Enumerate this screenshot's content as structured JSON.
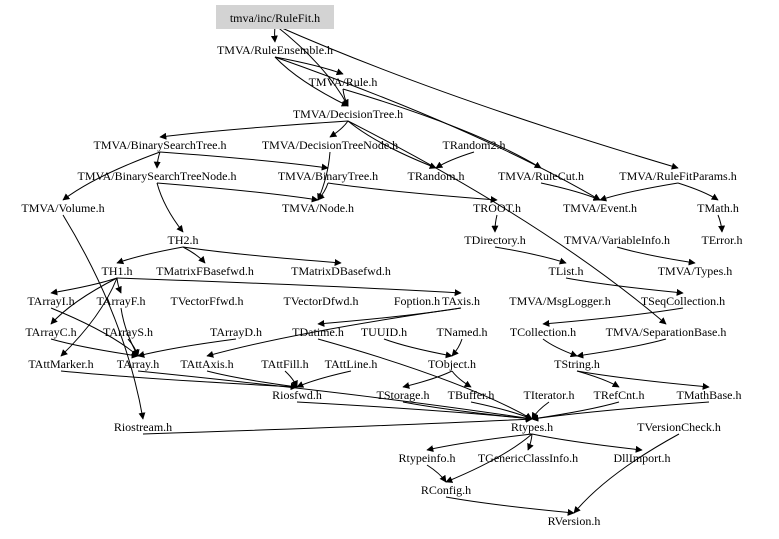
{
  "diagram": {
    "title": "tmva/inc/RuleFit.h",
    "root_fill": "#d3d3d3",
    "nodes": [
      {
        "id": "n0",
        "label": "tmva/inc/RuleFit.h",
        "root": true
      },
      {
        "id": "n1",
        "label": "TMVA/RuleEnsemble.h"
      },
      {
        "id": "n2",
        "label": "TMVA/Rule.h"
      },
      {
        "id": "n3",
        "label": "TMVA/DecisionTree.h"
      },
      {
        "id": "n4",
        "label": "TMVA/BinarySearchTree.h"
      },
      {
        "id": "n5",
        "label": "TMVA/DecisionTreeNode.h"
      },
      {
        "id": "n6",
        "label": "TRandom2.h"
      },
      {
        "id": "n7",
        "label": "TMVA/BinarySearchTreeNode.h"
      },
      {
        "id": "n8",
        "label": "TMVA/BinaryTree.h"
      },
      {
        "id": "n9",
        "label": "TRandom.h"
      },
      {
        "id": "n10",
        "label": "TMVA/RuleCut.h"
      },
      {
        "id": "n11",
        "label": "TMVA/RuleFitParams.h"
      },
      {
        "id": "n12",
        "label": "TMVA/Volume.h"
      },
      {
        "id": "n13",
        "label": "TMVA/Node.h"
      },
      {
        "id": "n14",
        "label": "TROOT.h"
      },
      {
        "id": "n15",
        "label": "TMVA/Event.h"
      },
      {
        "id": "n16",
        "label": "TMath.h"
      },
      {
        "id": "n17",
        "label": "TH2.h"
      },
      {
        "id": "n18",
        "label": "TDirectory.h"
      },
      {
        "id": "n19",
        "label": "TMVA/VariableInfo.h"
      },
      {
        "id": "n20",
        "label": "TError.h"
      },
      {
        "id": "n21",
        "label": "TH1.h"
      },
      {
        "id": "n22",
        "label": "TMatrixFBasefwd.h"
      },
      {
        "id": "n23",
        "label": "TMatrixDBasefwd.h"
      },
      {
        "id": "n24",
        "label": "TList.h"
      },
      {
        "id": "n25",
        "label": "TMVA/Types.h"
      },
      {
        "id": "n26",
        "label": "TArrayI.h"
      },
      {
        "id": "n27",
        "label": "TArrayF.h"
      },
      {
        "id": "n28",
        "label": "TVectorFfwd.h"
      },
      {
        "id": "n29",
        "label": "TVectorDfwd.h"
      },
      {
        "id": "n30",
        "label": "Foption.h"
      },
      {
        "id": "n31",
        "label": "TAxis.h"
      },
      {
        "id": "n32",
        "label": "TMVA/MsgLogger.h"
      },
      {
        "id": "n33",
        "label": "TSeqCollection.h"
      },
      {
        "id": "n34",
        "label": "TArrayC.h"
      },
      {
        "id": "n35",
        "label": "TArrayS.h"
      },
      {
        "id": "n36",
        "label": "TArrayD.h"
      },
      {
        "id": "n37",
        "label": "TDatime.h"
      },
      {
        "id": "n38",
        "label": "TUUID.h"
      },
      {
        "id": "n39",
        "label": "TNamed.h"
      },
      {
        "id": "n40",
        "label": "TCollection.h"
      },
      {
        "id": "n41",
        "label": "TMVA/SeparationBase.h"
      },
      {
        "id": "n42",
        "label": "TAttMarker.h"
      },
      {
        "id": "n43",
        "label": "TArray.h"
      },
      {
        "id": "n44",
        "label": "TAttAxis.h"
      },
      {
        "id": "n45",
        "label": "TAttFill.h"
      },
      {
        "id": "n46",
        "label": "TAttLine.h"
      },
      {
        "id": "n47",
        "label": "TObject.h"
      },
      {
        "id": "n48",
        "label": "TString.h"
      },
      {
        "id": "n49",
        "label": "Riosfwd.h"
      },
      {
        "id": "n50",
        "label": "TStorage.h"
      },
      {
        "id": "n51",
        "label": "TBuffer.h"
      },
      {
        "id": "n52",
        "label": "TIterator.h"
      },
      {
        "id": "n53",
        "label": "TRefCnt.h"
      },
      {
        "id": "n54",
        "label": "TMathBase.h"
      },
      {
        "id": "n55",
        "label": "Riostream.h"
      },
      {
        "id": "n56",
        "label": "Rtypes.h"
      },
      {
        "id": "n57",
        "label": "TVersionCheck.h"
      },
      {
        "id": "n58",
        "label": "Rtypeinfo.h"
      },
      {
        "id": "n59",
        "label": "TGenericClassInfo.h"
      },
      {
        "id": "n60",
        "label": "DllImport.h"
      },
      {
        "id": "n61",
        "label": "RConfig.h"
      },
      {
        "id": "n62",
        "label": "RVersion.h"
      }
    ],
    "edges": [
      [
        "n0",
        "n1"
      ],
      [
        "n0",
        "n3"
      ],
      [
        "n0",
        "n11"
      ],
      [
        "n1",
        "n2"
      ],
      [
        "n1",
        "n3"
      ],
      [
        "n1",
        "n15"
      ],
      [
        "n2",
        "n3"
      ],
      [
        "n2",
        "n10"
      ],
      [
        "n3",
        "n4"
      ],
      [
        "n3",
        "n5"
      ],
      [
        "n3",
        "n9"
      ],
      [
        "n3",
        "n41"
      ],
      [
        "n4",
        "n7"
      ],
      [
        "n4",
        "n8"
      ],
      [
        "n4",
        "n12"
      ],
      [
        "n5",
        "n13"
      ],
      [
        "n6",
        "n9"
      ],
      [
        "n7",
        "n13"
      ],
      [
        "n7",
        "n17"
      ],
      [
        "n8",
        "n13"
      ],
      [
        "n8",
        "n14"
      ],
      [
        "n10",
        "n15"
      ],
      [
        "n11",
        "n15"
      ],
      [
        "n11",
        "n16"
      ],
      [
        "n14",
        "n18"
      ],
      [
        "n16",
        "n20"
      ],
      [
        "n17",
        "n21"
      ],
      [
        "n17",
        "n22"
      ],
      [
        "n17",
        "n23"
      ],
      [
        "n18",
        "n24"
      ],
      [
        "n19",
        "n25"
      ],
      [
        "n21",
        "n26"
      ],
      [
        "n21",
        "n27"
      ],
      [
        "n21",
        "n31"
      ],
      [
        "n21",
        "n34"
      ],
      [
        "n21",
        "n42"
      ],
      [
        "n24",
        "n33"
      ],
      [
        "n26",
        "n43"
      ],
      [
        "n27",
        "n43"
      ],
      [
        "n31",
        "n37"
      ],
      [
        "n31",
        "n44"
      ],
      [
        "n33",
        "n40"
      ],
      [
        "n34",
        "n43"
      ],
      [
        "n35",
        "n43"
      ],
      [
        "n36",
        "n43"
      ],
      [
        "n37",
        "n56"
      ],
      [
        "n38",
        "n47"
      ],
      [
        "n39",
        "n47"
      ],
      [
        "n40",
        "n48"
      ],
      [
        "n41",
        "n48"
      ],
      [
        "n42",
        "n49"
      ],
      [
        "n43",
        "n56"
      ],
      [
        "n44",
        "n49"
      ],
      [
        "n45",
        "n49"
      ],
      [
        "n46",
        "n49"
      ],
      [
        "n47",
        "n50"
      ],
      [
        "n47",
        "n51"
      ],
      [
        "n48",
        "n53"
      ],
      [
        "n48",
        "n54"
      ],
      [
        "n49",
        "n56"
      ],
      [
        "n50",
        "n56"
      ],
      [
        "n51",
        "n56"
      ],
      [
        "n52",
        "n56"
      ],
      [
        "n53",
        "n56"
      ],
      [
        "n54",
        "n56"
      ],
      [
        "n55",
        "n56"
      ],
      [
        "n56",
        "n58"
      ],
      [
        "n56",
        "n59"
      ],
      [
        "n56",
        "n60"
      ],
      [
        "n56",
        "n61"
      ],
      [
        "n57",
        "n62"
      ],
      [
        "n58",
        "n61"
      ],
      [
        "n61",
        "n62"
      ],
      [
        "n12",
        "n55"
      ]
    ]
  }
}
